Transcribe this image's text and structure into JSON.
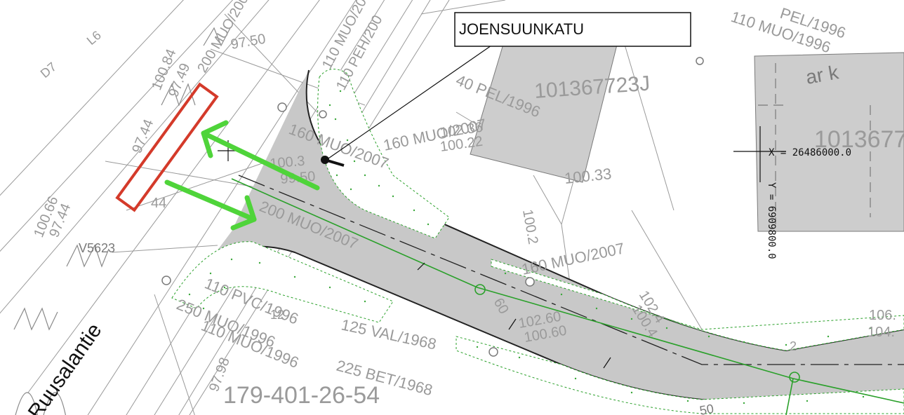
{
  "colors": {
    "road_fill": "#c8c8c8",
    "building_fill": "#cdcdcd",
    "green_line": "#2aa02a",
    "green_dots": "#3aa83a",
    "arrow": "#4fd43a",
    "highlight": "#d43a2a",
    "line_gray": "#8a8a8a",
    "line_dark": "#222222"
  },
  "labels": {
    "street_box": "JOENSUUNKATU",
    "road_main": "Ruusalantie",
    "coord_x": "X = 26486000.0",
    "coord_y": "Y = 6909800.0",
    "parcel_1": "101367723J",
    "parcel_2": "1013677",
    "parcel_3": "179-401-26-54",
    "building_code": "ar k",
    "pipe_labels": [
      "110 MUO/1996",
      "40 PEL/1996",
      "PEL/1996",
      "160 MUO/2007",
      "200 MUO/2007",
      "160 MUO/2007",
      "160 MUO/2007",
      "200 MUO/200",
      "110 PEH/200",
      "110 MUO/200",
      "125 VAL/1968",
      "225 BET/1968",
      "110 PVC/1996",
      "250 MUO/1996",
      "110 MUO/1996",
      "V5623",
      "L6",
      "D7",
      "50",
      "60"
    ],
    "elevations": [
      "100.84",
      "97.49",
      "97.44",
      "97.50",
      "100.66",
      "97.44",
      "44",
      "102.36",
      "100.22",
      "100.33",
      "100.3",
      "99.50",
      "100.2",
      "102.60",
      "100.60",
      "102.4",
      "100.4",
      "97.98",
      "106.",
      "104.",
      "12",
      "2"
    ]
  }
}
